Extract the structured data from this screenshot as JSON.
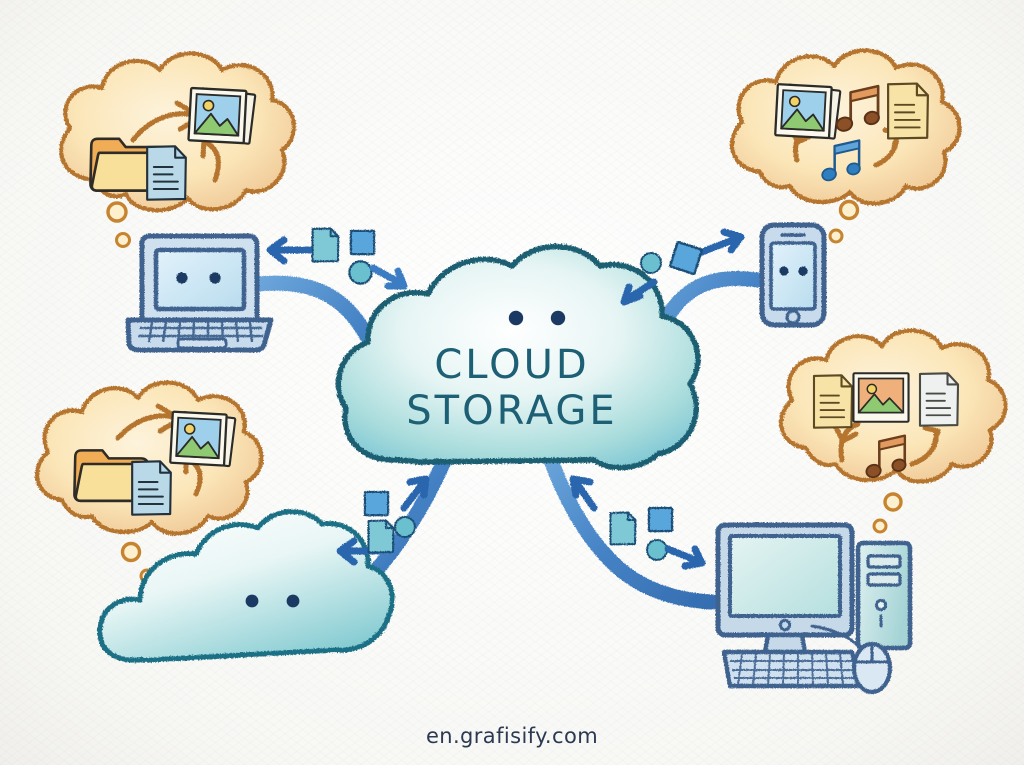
{
  "illustration": {
    "title": "Cloud Storage",
    "style": "hand-drawn crayon / colored-pencil sketch",
    "background_color": "#fbfbf9",
    "watermark": "en.grafisify.com",
    "watermark_color": "#2b3a52"
  },
  "central_cloud": {
    "name": "cloud-storage",
    "label_line_1": "CLOUD",
    "label_line_2": "STORAGE",
    "text_color": "#1d5f74",
    "fill_color": "#bfe4e4",
    "outline_color": "#1f5f73",
    "has_face": true,
    "eye_color": "#1b3a63"
  },
  "devices": [
    {
      "id": "laptop",
      "name": "laptop",
      "label": "Laptop",
      "position": "left",
      "color": "#5b84b5",
      "screen_color": "#cfe6f2",
      "has_face": true
    },
    {
      "id": "smartphone",
      "name": "smartphone",
      "label": "Smartphone",
      "position": "top-right",
      "color": "#5b84b5",
      "screen_color": "#cfe6f2",
      "has_face": true
    },
    {
      "id": "desktop",
      "name": "desktop-computer",
      "label": "Desktop Computer",
      "position": "bottom-right",
      "color": "#5b84b5",
      "screen_color": "#c8e6e8",
      "has_face": false
    },
    {
      "id": "small-cloud",
      "name": "small-cloud-device",
      "label": "Cloud Device",
      "position": "bottom-left",
      "color": "#2f7f93",
      "screen_color": "#bfe4e4",
      "has_face": true
    }
  ],
  "thought_bubbles": [
    {
      "id": "bubble-top-left",
      "name": "thought-bubble-laptop",
      "owner": "laptop",
      "fill_color": "#fbe6ba",
      "outline_color": "#b5742e",
      "items": [
        "folder",
        "document",
        "photos"
      ],
      "arrows": 2,
      "trail_dots": 2
    },
    {
      "id": "bubble-top-right",
      "name": "thought-bubble-smartphone",
      "owner": "smartphone",
      "fill_color": "#fbe6ba",
      "outline_color": "#b5742e",
      "items": [
        "photos",
        "music-note-orange",
        "document-yellow",
        "music-note-blue"
      ],
      "arrows": 2,
      "trail_dots": 2
    },
    {
      "id": "bubble-bottom-left",
      "name": "thought-bubble-small-cloud",
      "owner": "small-cloud",
      "fill_color": "#fbe6ba",
      "outline_color": "#b5742e",
      "items": [
        "folder",
        "document",
        "photos"
      ],
      "arrows": 2,
      "trail_dots": 2
    },
    {
      "id": "bubble-bottom-right",
      "name": "thought-bubble-desktop",
      "owner": "desktop",
      "fill_color": "#fbe6ba",
      "outline_color": "#b5742e",
      "items": [
        "document-yellow",
        "photo",
        "document-white",
        "music-note-orange"
      ],
      "arrows": 2,
      "trail_dots": 2
    }
  ],
  "connectors": [
    {
      "id": "connector-laptop",
      "name": "connector-laptop-to-cloud",
      "from": "laptop",
      "to": "cloud-storage",
      "color": "#3b7cc2",
      "bidirectional": true,
      "file_icons": [
        "document",
        "square",
        "circle"
      ]
    },
    {
      "id": "connector-smartphone",
      "name": "connector-smartphone-to-cloud",
      "from": "smartphone",
      "to": "cloud-storage",
      "color": "#3b7cc2",
      "bidirectional": true,
      "file_icons": [
        "circle",
        "square"
      ]
    },
    {
      "id": "connector-small-cloud",
      "name": "connector-small-cloud-to-cloud",
      "from": "small-cloud",
      "to": "cloud-storage",
      "color": "#3b7cc2",
      "bidirectional": true,
      "file_icons": [
        "square",
        "circle",
        "document"
      ]
    },
    {
      "id": "connector-desktop",
      "name": "connector-desktop-to-cloud",
      "from": "desktop",
      "to": "cloud-storage",
      "color": "#3b7cc2",
      "bidirectional": true,
      "file_icons": [
        "document",
        "square",
        "circle"
      ]
    }
  ],
  "palette": {
    "cloud_teal": "#bfe4e4",
    "cloud_outline": "#1f5f73",
    "bubble_yellow": "#fbe6ba",
    "bubble_outline": "#b5742e",
    "device_blue": "#5b84b5",
    "connector_blue": "#3b7cc2",
    "accent_orange": "#e08a3c",
    "text_navy": "#2b3a52"
  }
}
